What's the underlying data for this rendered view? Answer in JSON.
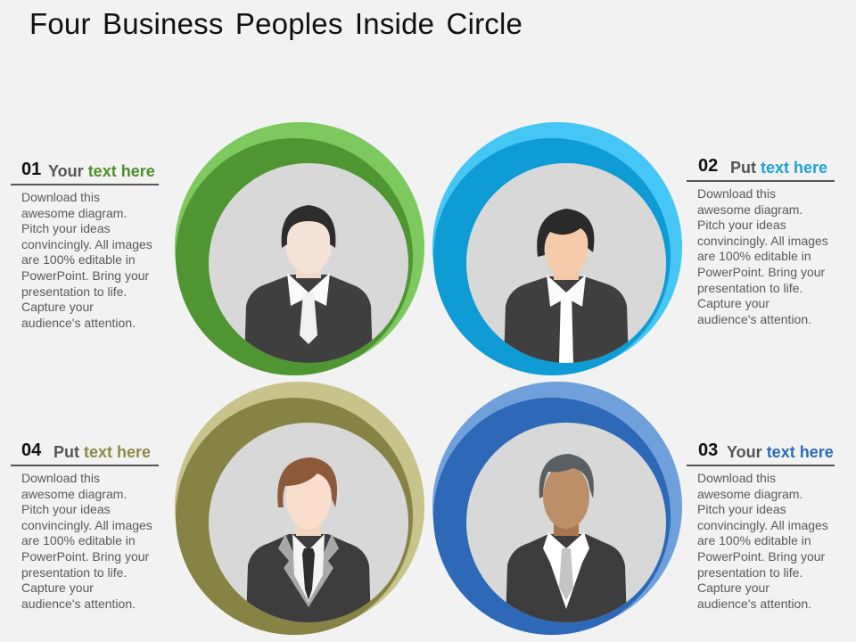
{
  "title": "Four Business Peoples Inside Circle",
  "items": [
    {
      "number": "01",
      "head_prefix": "Your",
      "head_highlight": "text here",
      "accent": "#4e8f2c",
      "body": "Download this awesome diagram. Pitch your ideas convincingly. All images are 100% editable in PowerPoint. Bring your presentation to life. Capture your audience's attention.",
      "ring_light": "#7dc95e",
      "ring_dark": "#4f9531",
      "person": "business-man-short-dark-hair"
    },
    {
      "number": "02",
      "head_prefix": "Put",
      "head_highlight": "text here",
      "accent": "#1fa3d6",
      "body": "Download this awesome diagram. Pitch your ideas convincingly. All images are 100% editable in PowerPoint. Bring your presentation to life. Capture your audience's attention.",
      "ring_light": "#45c7f5",
      "ring_dark": "#0f9bd4",
      "person": "business-man-swept-dark-hair"
    },
    {
      "number": "03",
      "head_prefix": "Your",
      "head_highlight": "text here",
      "accent": "#2e6bb8",
      "body": "Download this awesome diagram. Pitch your ideas convincingly. All images are 100% editable in PowerPoint. Bring your presentation to life. Capture your audience's attention.",
      "ring_light": "#6fa0dc",
      "ring_dark": "#2d69b6",
      "person": "business-man-gray-hair-tan-skin"
    },
    {
      "number": "04",
      "head_prefix": "Put",
      "head_highlight": "text here",
      "accent": "#8c8a46",
      "body": "Download this awesome diagram. Pitch your ideas convincingly. All images are 100% editable in PowerPoint. Bring your presentation to life. Capture your audience's attention.",
      "ring_light": "#c7c38a",
      "ring_dark": "#878344",
      "person": "business-man-brown-hair"
    }
  ]
}
